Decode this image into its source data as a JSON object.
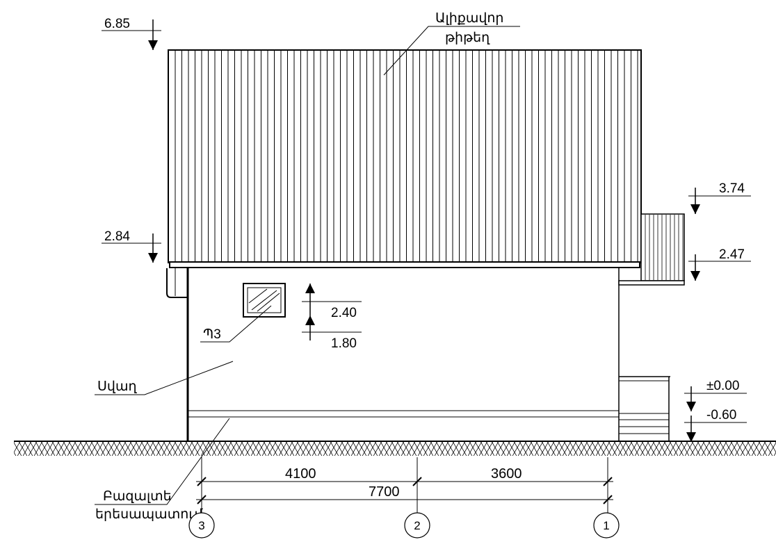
{
  "labels": {
    "roof": "Ալիքավոր",
    "roof_line2": "թիթեղ",
    "window": "Պ3",
    "wall": "Սվաղ",
    "base": "Բազալտե",
    "base_line2": "երեսապատում"
  },
  "elevations": {
    "ridge": "6.85",
    "eave": "2.84",
    "window_top": "2.40",
    "window_bottom": "1.80",
    "porch_top": "3.74",
    "porch_eave": "2.47",
    "floor": "±0.00",
    "ground": "-0.60"
  },
  "dimensions": {
    "span_3_2": "4100",
    "span_2_1": "3600",
    "total": "7700"
  },
  "axes": {
    "left": "3",
    "middle": "2",
    "right": "1"
  },
  "colors": {
    "line": "#000000",
    "background": "#ffffff"
  }
}
